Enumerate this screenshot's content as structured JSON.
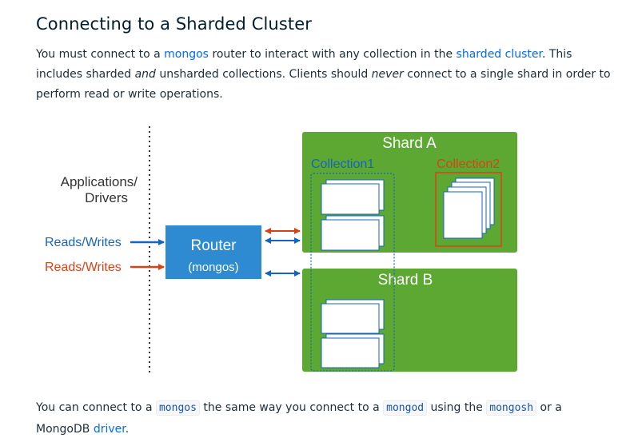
{
  "title": "Connecting to a Sharded Cluster",
  "intro": {
    "t1": "You must connect to a ",
    "link_mongos": "mongos",
    "t2": " router to interact with any collection in the ",
    "link_sharded_cluster": "sharded cluster",
    "t3": ". This includes sharded ",
    "em_and": "and",
    "t4": " unsharded collections. Clients should ",
    "em_never": "never",
    "t5": " connect to a single shard in order to perform read or write operations."
  },
  "diagram": {
    "apps_label_line1": "Applications/",
    "apps_label_line2": "Drivers",
    "reads_writes_1": "Reads/Writes",
    "reads_writes_2": "Reads/Writes",
    "router_label": "Router",
    "router_sub": "(mongos)",
    "shard_a": "Shard A",
    "shard_b": "Shard B",
    "collection1": "Collection1",
    "collection2": "Collection2",
    "colors": {
      "blue": "#1565c0",
      "orange": "#d84315",
      "green": "#5ca832",
      "router_blue": "#2e8bd2",
      "dark": "#333333"
    }
  },
  "outro": {
    "t1": "You can connect to a ",
    "code_mongos": "mongos",
    "t2": " the same way you connect to a ",
    "code_mongod": "mongod",
    "t3": " using the ",
    "code_mongosh": "mongosh",
    "t4": " or a MongoDB ",
    "link_driver": "driver",
    "t5": "."
  }
}
